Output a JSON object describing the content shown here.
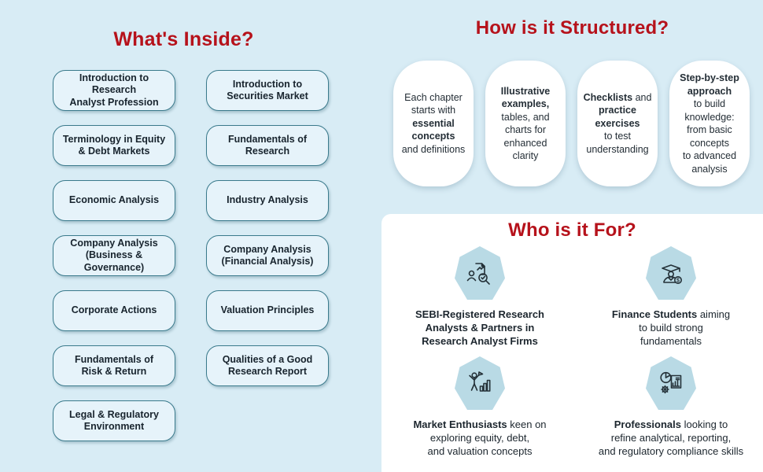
{
  "palette": {
    "background": "#d8ecf5",
    "heading_red": "#b6121b",
    "pill_fill": "#e6f3fa",
    "pill_border": "#3a7a8c",
    "card_fill": "#ffffff",
    "panel_fill": "#ffffff",
    "heptagon_fill": "#b9dae5",
    "text_dark": "#18242e"
  },
  "whats_inside": {
    "title": "What's Inside?",
    "column1": [
      "Introduction to\nResearch\nAnalyst Profession",
      "Terminology in Equity\n& Debt Markets",
      "Economic Analysis",
      "Company Analysis\n(Business &\nGovernance)",
      "Corporate Actions",
      "Fundamentals of\nRisk & Return",
      "Legal & Regulatory\nEnvironment"
    ],
    "column2": [
      "Introduction to\nSecurities Market",
      "Fundamentals of\nResearch",
      "Industry Analysis",
      "Company Analysis\n(Financial Analysis)",
      "Valuation Principles",
      "Qualities of a Good\nResearch Report"
    ]
  },
  "how_structured": {
    "title": "How is it Structured?",
    "cards": [
      {
        "segments": [
          {
            "bold": false,
            "text": "Each chapter\nstarts with\n"
          },
          {
            "bold": true,
            "text": "essential\nconcepts"
          },
          {
            "bold": false,
            "text": "\nand definitions"
          }
        ]
      },
      {
        "segments": [
          {
            "bold": true,
            "text": "Illustrative\nexamples,"
          },
          {
            "bold": false,
            "text": "\ntables, and\ncharts for\nenhanced\nclarity"
          }
        ]
      },
      {
        "segments": [
          {
            "bold": true,
            "text": "Checklists"
          },
          {
            "bold": false,
            "text": " and\n"
          },
          {
            "bold": true,
            "text": "practice\nexercises"
          },
          {
            "bold": false,
            "text": "\nto test\nunderstanding"
          }
        ]
      },
      {
        "segments": [
          {
            "bold": true,
            "text": "Step-by-step\napproach"
          },
          {
            "bold": false,
            "text": "\nto build\nknowledge:\nfrom basic\nconcepts\nto advanced\nanalysis"
          }
        ]
      }
    ]
  },
  "who_for": {
    "title": "Who is it For?",
    "audiences": [
      {
        "icon": "research-analyst-icon",
        "segments": [
          {
            "bold": true,
            "text": "SEBI-Registered Research\nAnalysts & Partners in\nResearch Analyst Firms"
          }
        ]
      },
      {
        "icon": "finance-student-icon",
        "segments": [
          {
            "bold": true,
            "text": "Finance Students"
          },
          {
            "bold": false,
            "text": " aiming\nto build strong\nfundamentals"
          }
        ]
      },
      {
        "icon": "market-enthusiast-icon",
        "segments": [
          {
            "bold": true,
            "text": "Market Enthusiasts"
          },
          {
            "bold": false,
            "text": " keen on\nexploring equity, debt,\nand valuation concepts"
          }
        ]
      },
      {
        "icon": "professional-icon",
        "segments": [
          {
            "bold": true,
            "text": "Professionals"
          },
          {
            "bold": false,
            "text": " looking to\nrefine analytical, reporting,\nand regulatory compliance skills"
          }
        ]
      }
    ]
  }
}
